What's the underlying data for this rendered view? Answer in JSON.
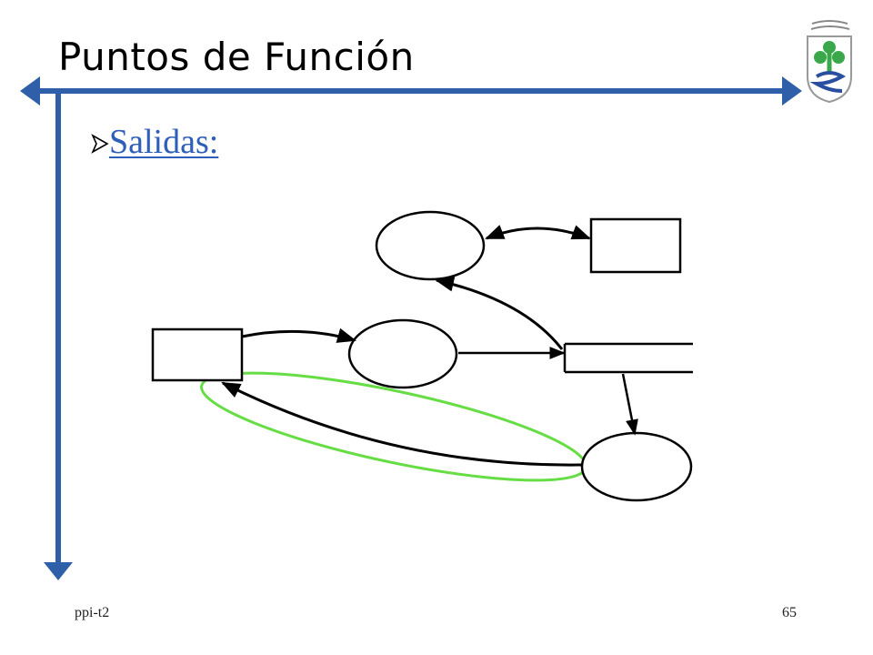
{
  "slide": {
    "title": "Puntos de Función",
    "bullet_label": "Salidas:",
    "footer_left": "ppi-t2",
    "page_number": "65"
  },
  "colors": {
    "accent_blue": "#2e5fa8",
    "link_blue": "#2e5fb8",
    "highlight_green": "#66dd44",
    "logo_green": "#3aa84a",
    "logo_blue": "#2a4fa0"
  },
  "icons": {
    "logo": "university-crest-logo",
    "bullet": "arrowhead-bullet-icon"
  }
}
